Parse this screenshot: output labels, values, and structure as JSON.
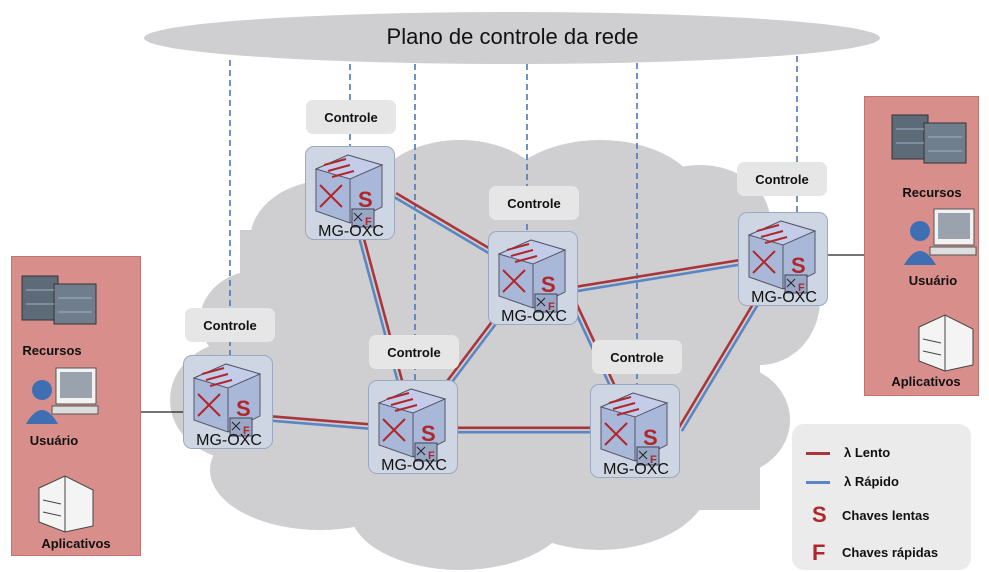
{
  "plane": {
    "label": "Plano de controle da rede"
  },
  "control_label": "Controle",
  "node_label": "MG-OXC",
  "left_panel": {
    "resources": "Recursos",
    "user": "Usuário",
    "apps": "Aplicativos"
  },
  "right_panel": {
    "resources": "Recursos",
    "user": "Usuário",
    "apps": "Aplicativos"
  },
  "legend": {
    "slow": "λ Lento",
    "fast": "λ Rápido",
    "slow_switch_glyph": "S",
    "slow_switch": "Chaves lentas",
    "fast_switch_glyph": "F",
    "fast_switch": "Chaves rápidas"
  },
  "cube": {
    "slow_glyph": "S",
    "fast_glyph": "F"
  },
  "colors": {
    "slow_lambda": "#a8363a",
    "fast_lambda": "#5b86c4",
    "cloud": "#cfcfd1",
    "panel": "#d88f8b"
  }
}
